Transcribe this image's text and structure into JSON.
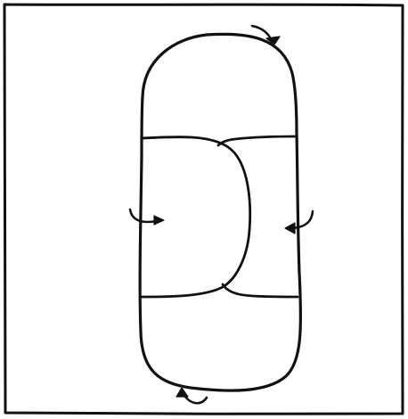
{
  "diagram": {
    "style": "hand-drawn black line sketch on white",
    "colors": {
      "background": "#ffffff",
      "ink": "#111111"
    },
    "shapes": [
      "outer-square-frame",
      "rounded-capsule-outline",
      "left-bulging-panel",
      "right-inset-panel",
      "top-cap",
      "bottom-cap"
    ],
    "arrows": [
      "top-right-curved-arrow",
      "left-curved-arrow",
      "right-curved-arrow",
      "bottom-curved-arrow"
    ]
  }
}
